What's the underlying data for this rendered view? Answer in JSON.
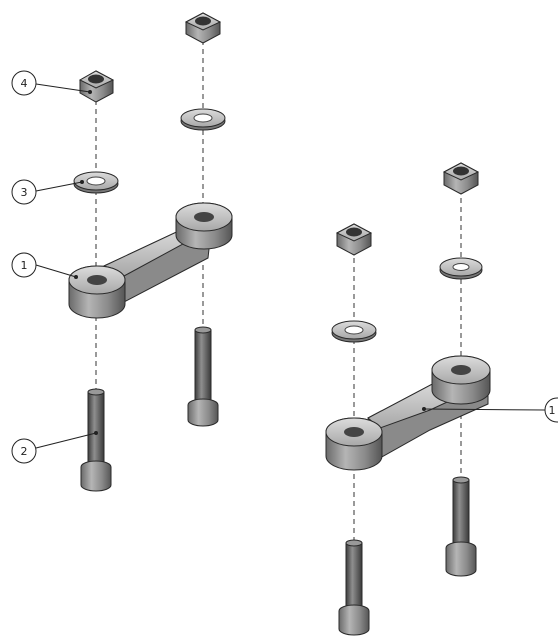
{
  "balloons": {
    "nut": "4",
    "washer": "3",
    "link_left": "1",
    "screw": "2",
    "link_right": "1"
  },
  "colors": {
    "metal_light": "#bdbdbd",
    "metal_mid": "#8e8e8e",
    "metal_dark": "#555555",
    "outline": "#2a2a2a"
  },
  "icons": [
    "hex-nut",
    "flat-washer",
    "socket-head-cap-screw",
    "link-arm"
  ]
}
